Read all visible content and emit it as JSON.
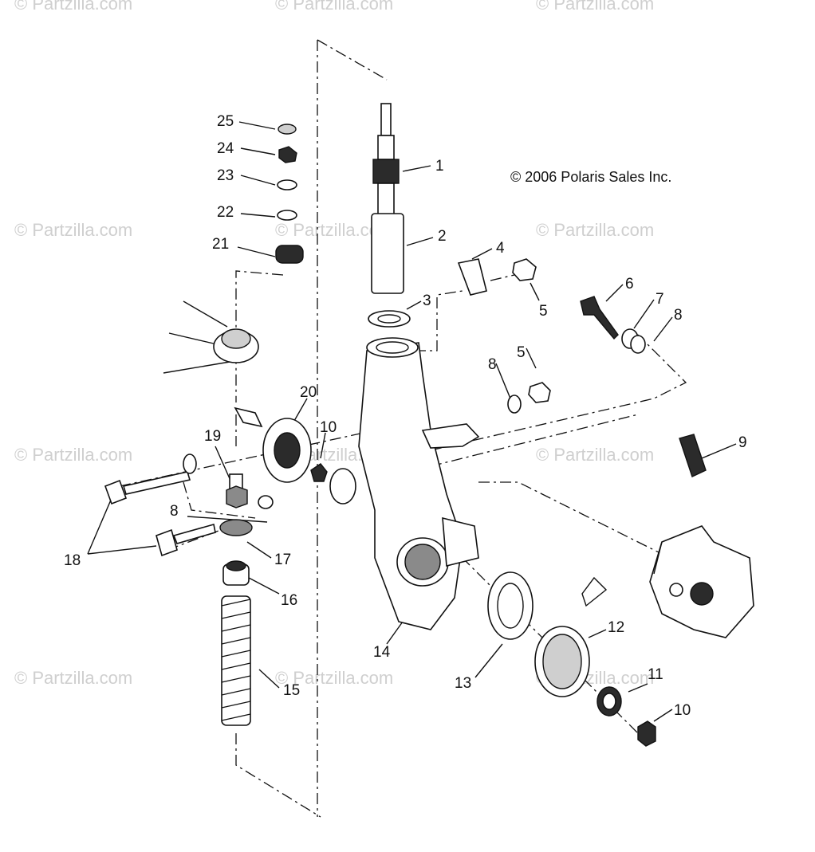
{
  "copyright": "© 2006 Polaris Sales Inc.",
  "watermark": "© Partzilla.com",
  "center_watermark": "Partzilla.com",
  "callouts": [
    "1",
    "2",
    "3",
    "4",
    "5",
    "5",
    "6",
    "7",
    "8",
    "8",
    "8",
    "9",
    "10",
    "10",
    "11",
    "12",
    "13",
    "14",
    "15",
    "16",
    "17",
    "18",
    "19",
    "20",
    "21",
    "22",
    "23",
    "24",
    "25"
  ]
}
